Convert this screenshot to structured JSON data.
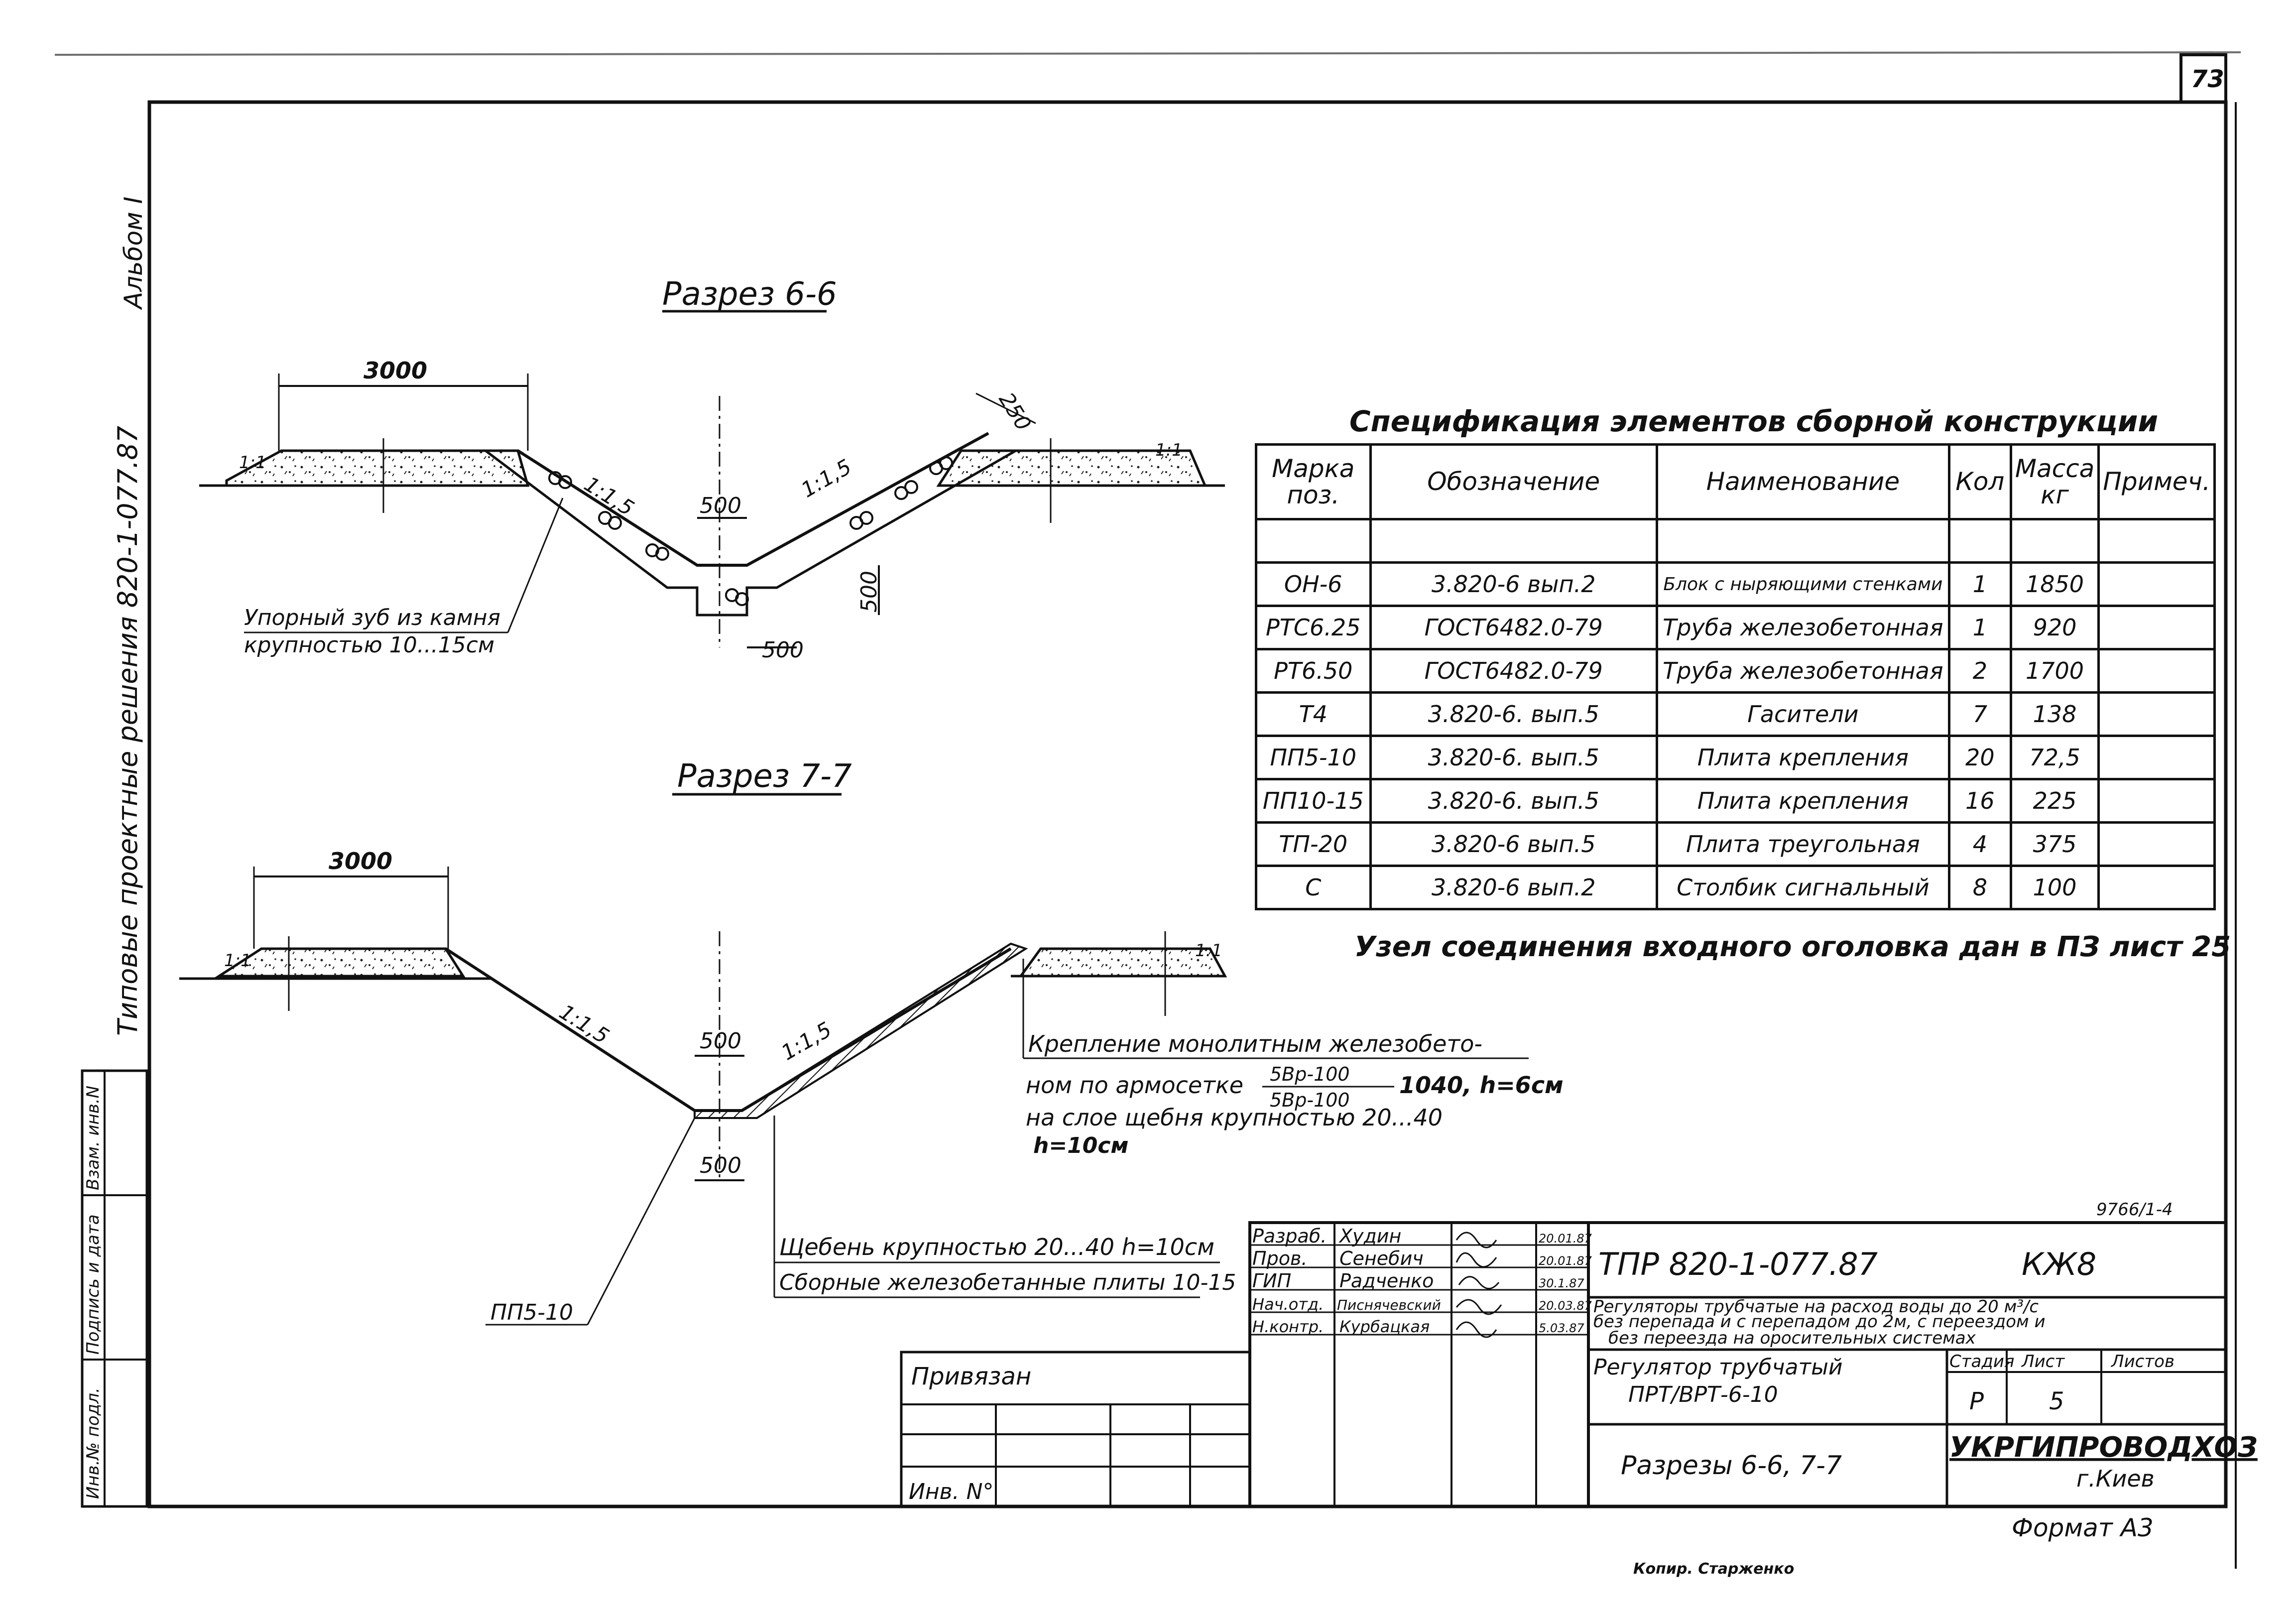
{
  "page_number": "73",
  "side": {
    "album": "Альбом I",
    "series": "Типовые проектные решения 820-1-077.87",
    "inv": "Инв.№ подл.",
    "sign": "Подпись и дата",
    "vzam": "Взам. инв.N"
  },
  "section66": {
    "title": "Разрез 6-6",
    "dim_width": "3000",
    "dim_bottom": "500",
    "dim_depth": "500",
    "dim_bottom2": "500",
    "dim_thickness": "250",
    "slope_left": "1:1,5",
    "slope_right": "1:1,5",
    "edge_left": "1:1",
    "edge_right": "1:1",
    "callout_line1": "Упорный зуб из камня",
    "callout_line2": "крупностью 10...15см"
  },
  "section77": {
    "title": "Разрез 7-7",
    "dim_width": "3000",
    "dim_bottom": "500",
    "dim_bottom2": "500",
    "slope_left": "1:1,5",
    "slope_right": "1:1,5",
    "edge_left": "1:1",
    "edge_right": "1:1",
    "note_line1": "Крепление монолитным железобето-",
    "note_line2": "ном по армосетке",
    "note_frac_top": "5Вр-100",
    "note_frac_bottom": "5Вр-100",
    "note_line2_tail": "1040, h=6см",
    "note_line3": "на слое щебня крупностью 20...40",
    "note_line4": "h=10см",
    "callout_gravel": "Щебень крупностью 20...40  h=10см",
    "callout_plates": "Сборные железобетанные плиты 10-15",
    "callout_pp": "ПП5-10"
  },
  "spec": {
    "title": "Спецификация элементов сборной конструкции",
    "headers": {
      "marka": "Марка поз.",
      "oboz": "Обозначение",
      "naim": "Наименование",
      "kol": "Кол",
      "massa": "Масса кг",
      "prim": "Примеч."
    },
    "rows": [
      {
        "marka": "ОН-6",
        "oboz": "3.820-6 вып.2",
        "naim": "Блок с ныряющими стенками",
        "kol": "1",
        "massa": "1850",
        "prim": ""
      },
      {
        "marka": "РТС6.25",
        "oboz": "ГОСТ6482.0-79",
        "naim": "Труба железобетонная",
        "kol": "1",
        "massa": "920",
        "prim": ""
      },
      {
        "marka": "РТ6.50",
        "oboz": "ГОСТ6482.0-79",
        "naim": "Труба железобетонная",
        "kol": "2",
        "massa": "1700",
        "prim": ""
      },
      {
        "marka": "Т4",
        "oboz": "3.820-6. вып.5",
        "naim": "Гасители",
        "kol": "7",
        "massa": "138",
        "prim": ""
      },
      {
        "marka": "ПП5-10",
        "oboz": "3.820-6. вып.5",
        "naim": "Плита крепления",
        "kol": "20",
        "massa": "72,5",
        "prim": ""
      },
      {
        "marka": "ПП10-15",
        "oboz": "3.820-6. вып.5",
        "naim": "Плита крепления",
        "kol": "16",
        "massa": "225",
        "prim": ""
      },
      {
        "marka": "ТП-20",
        "oboz": "3.820-6 вып.5",
        "naim": "Плита треугольная",
        "kol": "4",
        "massa": "375",
        "prim": ""
      },
      {
        "marka": "С",
        "oboz": "3.820-6 вып.2",
        "naim": "Столбик сигнальный",
        "kol": "8",
        "massa": "100",
        "prim": ""
      }
    ]
  },
  "note_node": "Узел соединения входного оголовка дан в ПЗ лист 25",
  "stamp": {
    "code": "ТПР  820-1-077.87",
    "sheet_code": "КЖ8",
    "small_ref": "9766/1-4",
    "people": [
      {
        "role": "Разраб.",
        "name": "Худин",
        "date": "20.01.87"
      },
      {
        "role": "Пров.",
        "name": "Сенебич",
        "date": "20.01.87"
      },
      {
        "role": "ГИП",
        "name": "Радченко",
        "date": "30.1.87"
      },
      {
        "role": "Нач.отд.",
        "name": "Писнячевский",
        "date": "20.03.87"
      },
      {
        "role": "Н.контр.",
        "name": "Курбацкая",
        "date": "5.03.87"
      }
    ],
    "desc_line1": "Регуляторы трубчатые на расход воды до 20 м³/с",
    "desc_line2": "без перепада и с перепадом до 2м, с переездом и",
    "desc_line3": "без переезда на оросительных системах",
    "object_line1": "Регулятор трубчатый",
    "object_line2": "ПРТ/ВРТ-6-10",
    "stadia_label": "Стадия",
    "list_label": "Лист",
    "listov_label": "Листов",
    "stadia": "Р",
    "list": "5",
    "listov": "",
    "sheet_title": "Разрезы 6-6, 7-7",
    "org": "УКРГИПРОВОДХОЗ",
    "city": "г.Киев",
    "privyazan": "Привязан",
    "inv_no": "Инв. N°",
    "format": "Формат А3",
    "copier": "Копир. Старженко"
  }
}
